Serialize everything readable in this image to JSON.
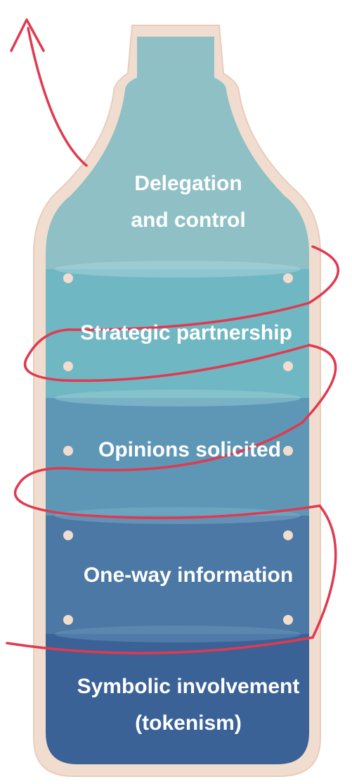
{
  "diagram": {
    "type": "bottle-levels-with-spiral-arrow",
    "levels": [
      {
        "id": "level-5",
        "lines": [
          "Delegation",
          "and control"
        ],
        "color": "#8fc0c6"
      },
      {
        "id": "level-4",
        "lines": [
          "Strategic partnership"
        ],
        "color": "#6fb7c3"
      },
      {
        "id": "level-3",
        "lines": [
          "Opinions solicited"
        ],
        "color": "#5e97b6"
      },
      {
        "id": "level-2",
        "lines": [
          "One-way information"
        ],
        "color": "#4b78a4"
      },
      {
        "id": "level-1",
        "lines": [
          "Symbolic involvement",
          "(tokenism)"
        ],
        "color": "#3b6296"
      }
    ],
    "colors": {
      "outline": "#f1ddcf",
      "arrow": "#e1394f",
      "ellipse": "#a8d4da"
    }
  }
}
